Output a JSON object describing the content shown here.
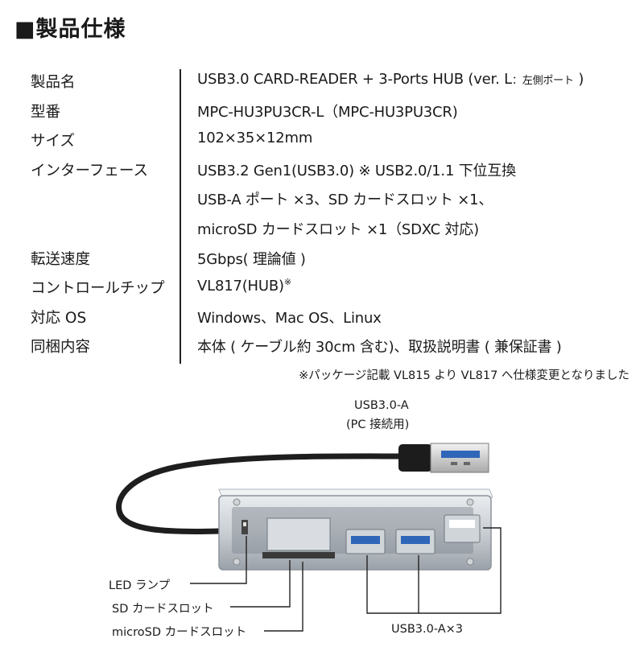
{
  "title": "■製品仕様",
  "specs": [
    {
      "label": "製品名",
      "value": "USB3.0 CARD-READER + 3-Ports HUB (ver. L",
      "value_small": "：左側ポート",
      "value_tail": ")"
    },
    {
      "label": "型番",
      "value": "MPC-HU3PU3CR-L（MPC-HU3PU3CR)"
    },
    {
      "label": "サイズ",
      "value": "102×35×12mm"
    },
    {
      "label": "インターフェース",
      "value": "USB3.2 Gen1(USB3.0) ※ USB2.0/1.1 下位互換"
    },
    {
      "label": "",
      "value": "USB-A ポート ×3、SD カードスロット ×1、"
    },
    {
      "label": "",
      "value": "microSD カードスロット ×1（SDXC 対応)"
    },
    {
      "label": "転送速度",
      "value": "5Gbps( 理論値 )"
    },
    {
      "label": "コントロールチップ",
      "value": "VL817(HUB)",
      "value_sup": "※"
    },
    {
      "label": "対応 OS",
      "value": "Windows、Mac OS、Linux"
    },
    {
      "label": "同梱内容",
      "value": "本体 ( ケーブル約 30cm 含む)、取扱説明書 ( 兼保証書 )"
    }
  ],
  "note": "※パッケージ記載 VL815 より VL817 へ仕様変更となりました",
  "diagram": {
    "usb_connector_label": "USB3.0-A",
    "usb_connector_sub": "(PC 接続用)",
    "led_label": "LED ランプ",
    "sd_label": "SD カードスロット",
    "microsd_label": "microSD カードスロット",
    "ports_label": "USB3.0-A×3"
  }
}
